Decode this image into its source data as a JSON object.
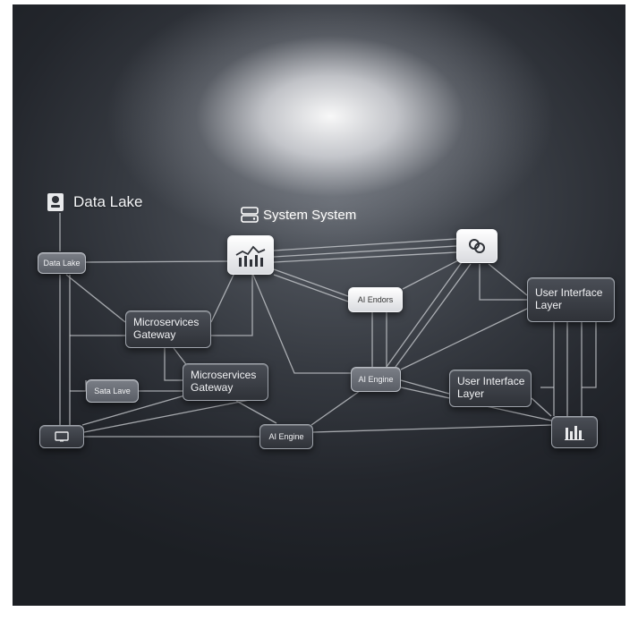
{
  "title_icon": "database-icon",
  "title": "Data Lake",
  "subtitle_icon": "server-icon",
  "subtitle": "System System",
  "nodes": {
    "data_lake_top": "Data Lake",
    "data_lake_mid": "Sata Lave",
    "microservices_1": [
      "Microservices",
      "Gateway"
    ],
    "microservices_2": [
      "Microservices",
      "Gateway"
    ],
    "ai_endors": "AI Endors",
    "ai_engine_1": "AI Engine",
    "ai_engine_2": "AI Engine",
    "ui_layer_1": [
      "User Interface",
      "Layer"
    ],
    "ui_layer_2": [
      "User Interface",
      "Layer"
    ]
  },
  "icons": {
    "analytics_hub": "line-chart-icon",
    "integration": "link-icon",
    "terminal": "monitor-icon",
    "dashboard": "bar-chart-icon"
  },
  "colors": {
    "background_dark": "#1c1f24",
    "spotlight": "#ffffff",
    "node_dark": "#363a41",
    "connector": "#c9ccd1"
  }
}
